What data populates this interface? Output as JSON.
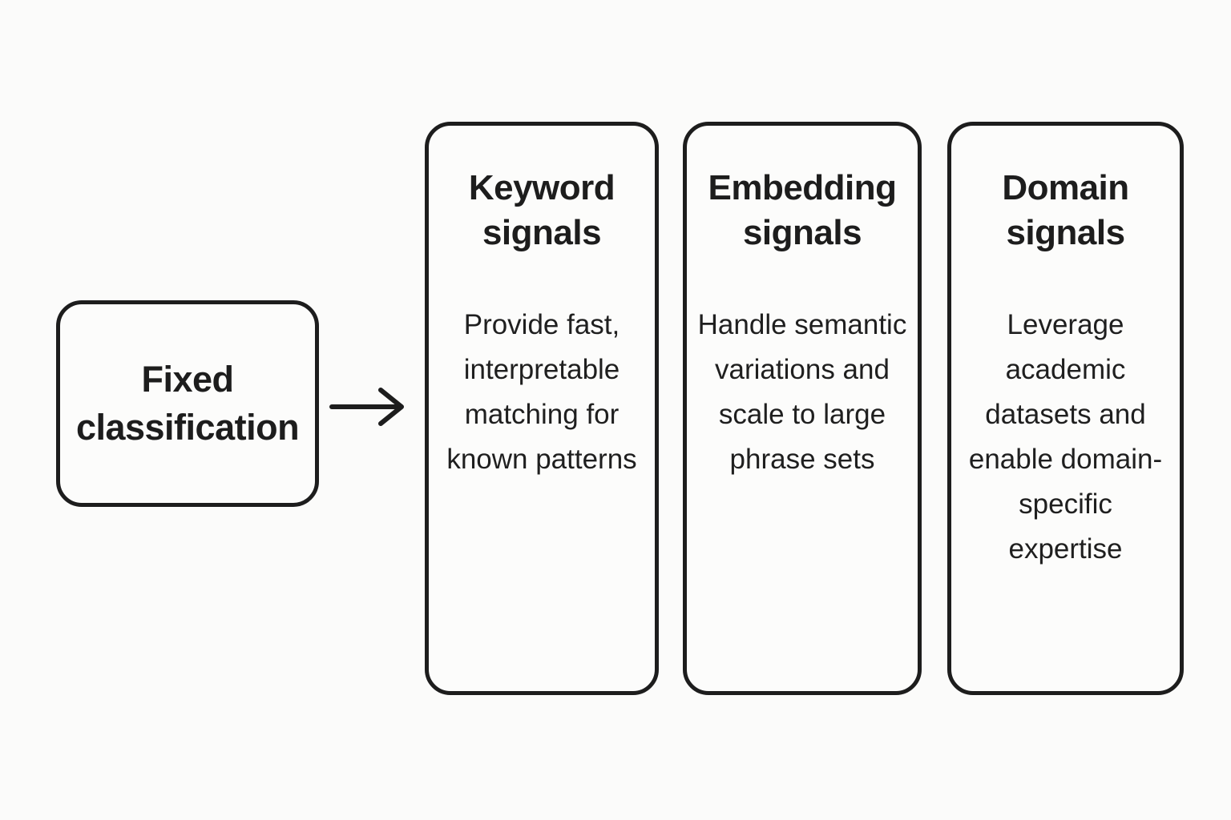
{
  "colors": {
    "background": "#fbfbfa",
    "box_fill": "#fcfcfb",
    "stroke": "#1d1d1d",
    "text": "#1f1f1f"
  },
  "diagram": {
    "source": {
      "label": "Fixed classification"
    },
    "arrow": {
      "name": "right-arrow"
    },
    "columns": [
      {
        "title": "Keyword signals",
        "body": "Provide fast, interpretable matching for known patterns"
      },
      {
        "title": "Embedding signals",
        "body": "Handle semantic variations and scale to large phrase sets"
      },
      {
        "title": "Domain signals",
        "body": "Leverage academic datasets and enable domain-specific expertise"
      }
    ]
  }
}
